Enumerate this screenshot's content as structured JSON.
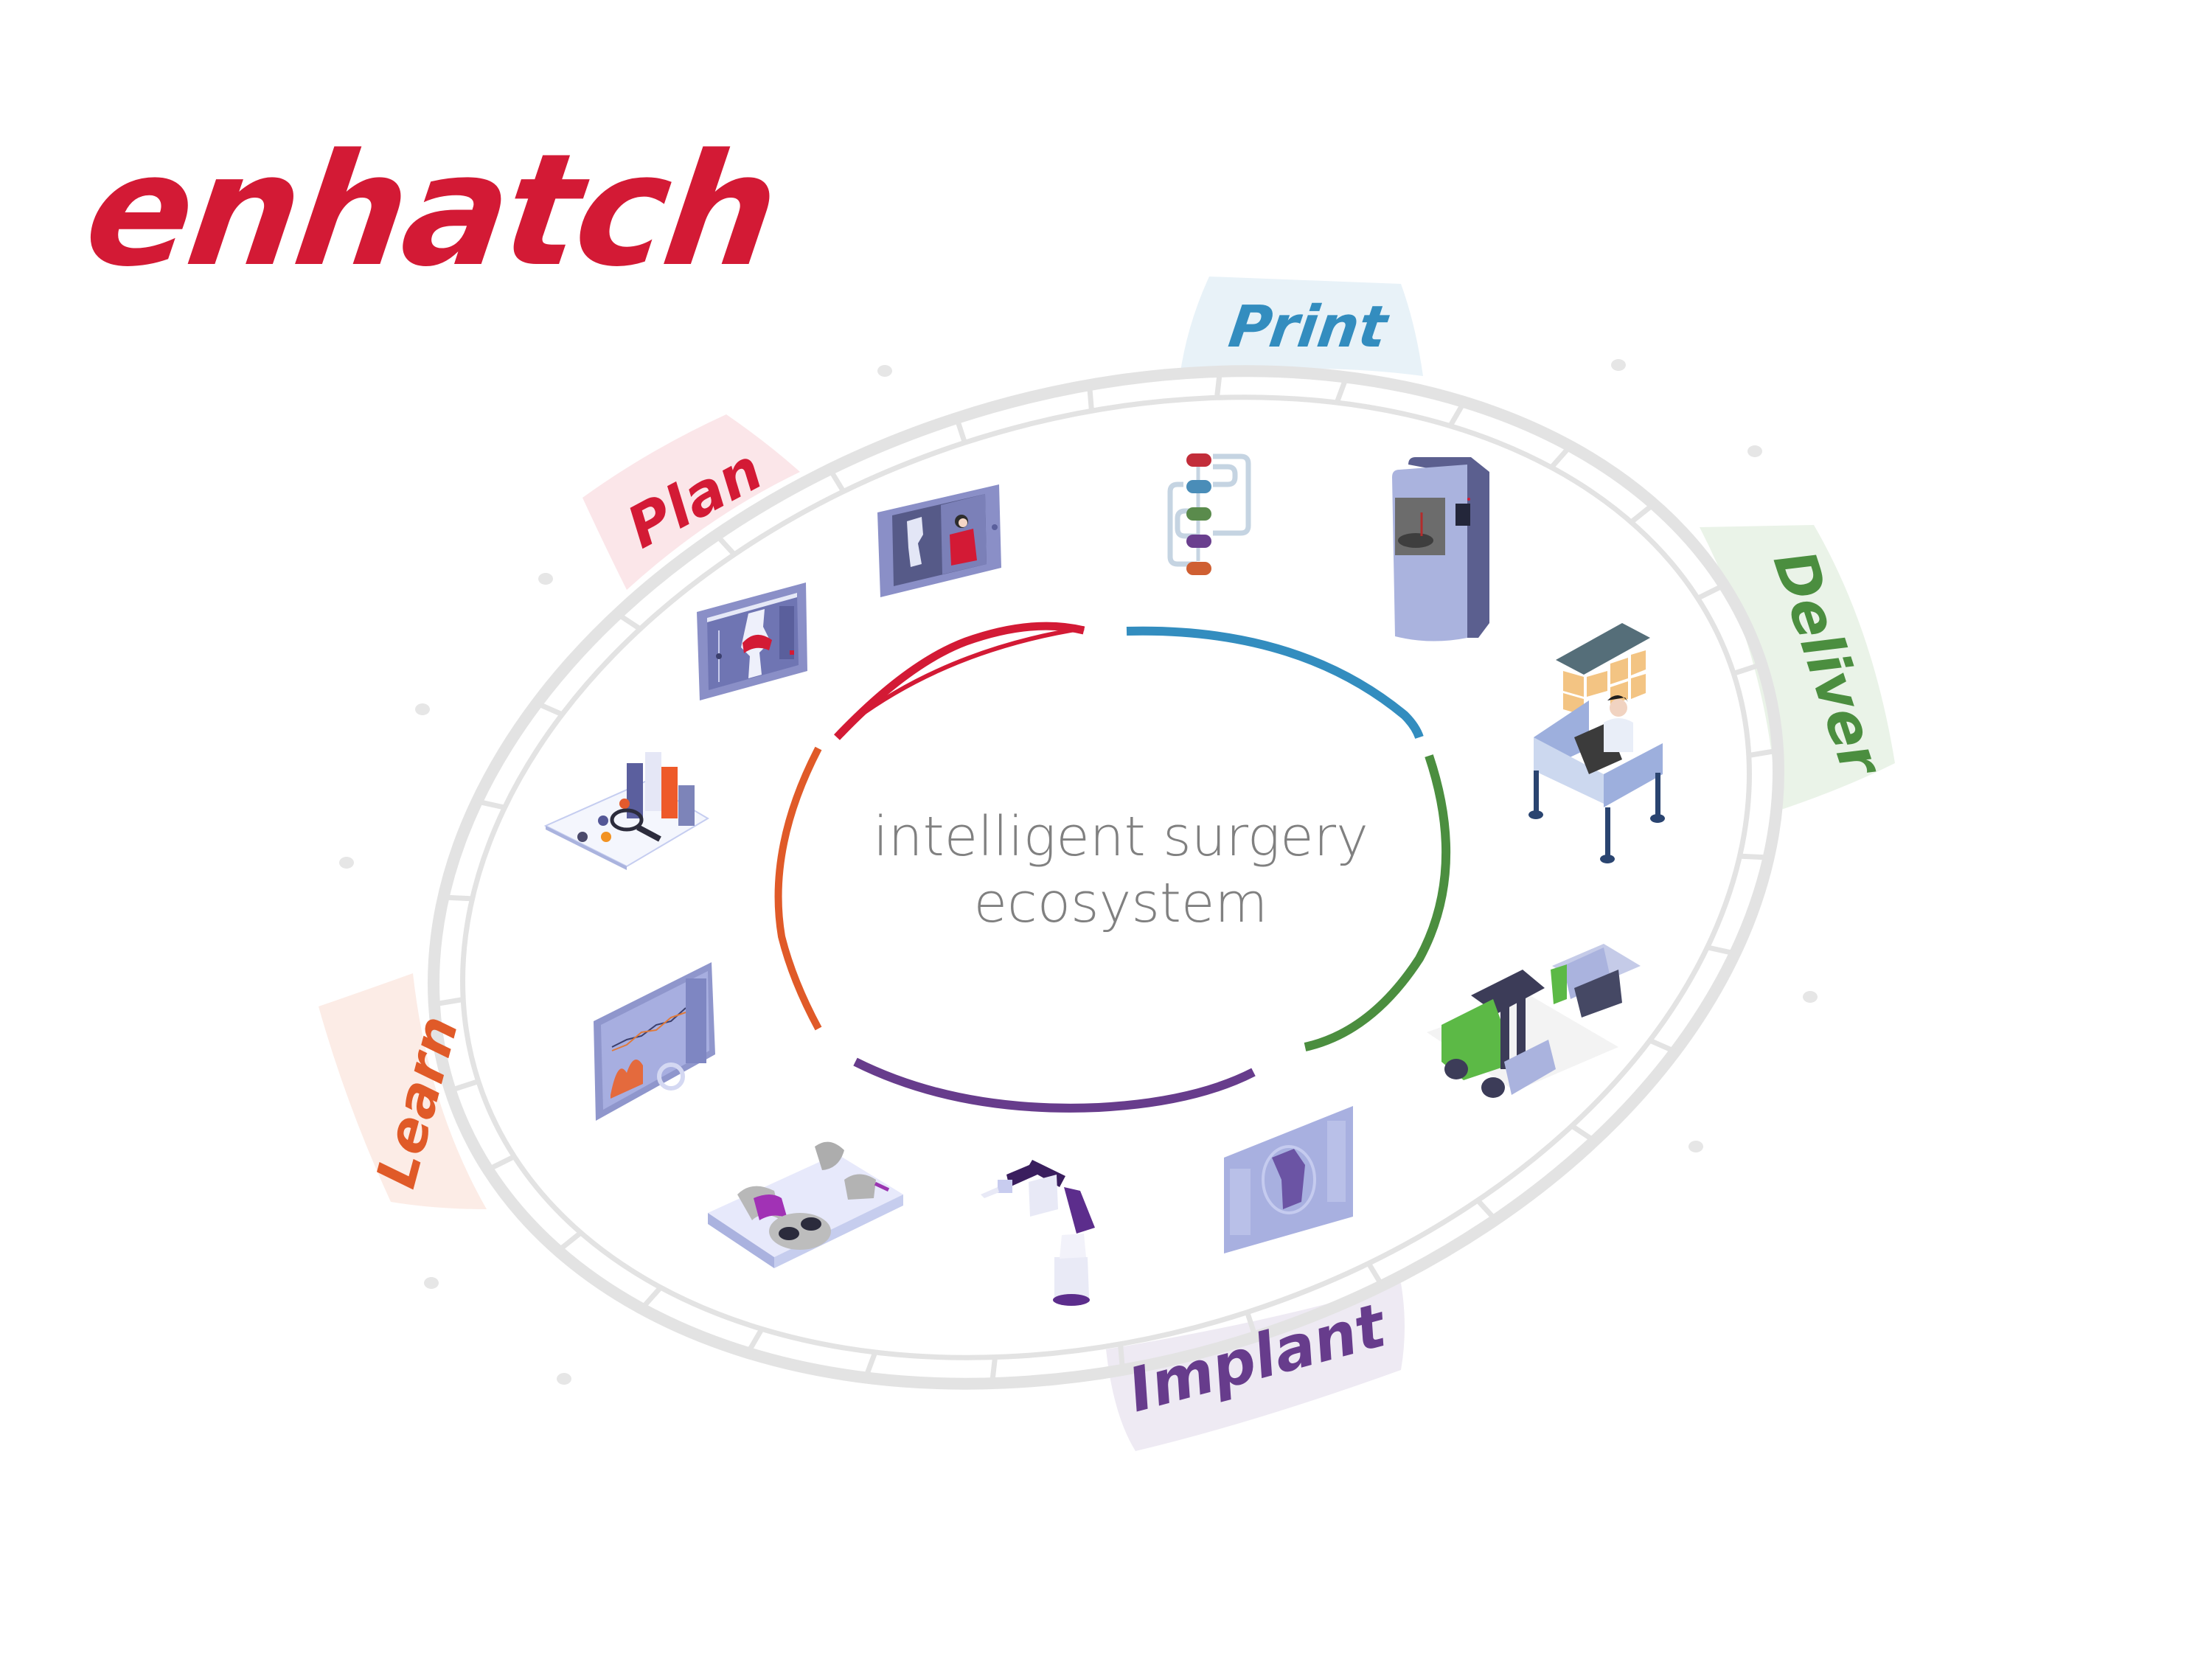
{
  "brand": {
    "logo_text": "enhatch",
    "color": "#d31a35"
  },
  "center": {
    "line1": "intelligent surgery",
    "line2": "ecosystem",
    "color": "#808080"
  },
  "stages": [
    {
      "id": "plan",
      "label": "Plan",
      "color": "#d31a35",
      "tab_fill": "#fbe6e9"
    },
    {
      "id": "print",
      "label": "Print",
      "color": "#338dbf",
      "tab_fill": "#e8f2f8"
    },
    {
      "id": "deliver",
      "label": "Deliver",
      "color": "#4b8e3f",
      "tab_fill": "#eaf3e8"
    },
    {
      "id": "implant",
      "label": "Implant",
      "color": "#673c8c",
      "tab_fill": "#eeeaf3"
    },
    {
      "id": "learn",
      "label": "Learn",
      "color": "#e05a28",
      "tab_fill": "#fcece6"
    }
  ],
  "ring": {
    "color": "#e3e3e3"
  },
  "illustrations": [
    {
      "id": "knee-planning-screen",
      "stage": "plan",
      "label": "Knee implant planning screen"
    },
    {
      "id": "telehealth-tablet",
      "stage": "plan",
      "label": "Tablet with knee and doctor"
    },
    {
      "id": "workflow-flowchart",
      "stage": "print",
      "label": "Workflow flowchart"
    },
    {
      "id": "3d-printer",
      "stage": "print",
      "label": "Industrial 3D printer"
    },
    {
      "id": "warehouse-desk",
      "stage": "deliver",
      "label": "Warehouse worker at desk"
    },
    {
      "id": "forklift",
      "stage": "deliver",
      "label": "Forklift with pallets"
    },
    {
      "id": "knee-hologram-screen",
      "stage": "implant",
      "label": "Knee hologram display"
    },
    {
      "id": "robotic-arm",
      "stage": "implant",
      "label": "Surgical robotic arm"
    },
    {
      "id": "surgical-guides",
      "stage": "implant",
      "label": "3D-printed surgical guides"
    },
    {
      "id": "analytics-dashboard",
      "stage": "learn",
      "label": "Analytics dashboard"
    },
    {
      "id": "data-analysis",
      "stage": "learn",
      "label": "Bar chart with magnifier"
    }
  ]
}
